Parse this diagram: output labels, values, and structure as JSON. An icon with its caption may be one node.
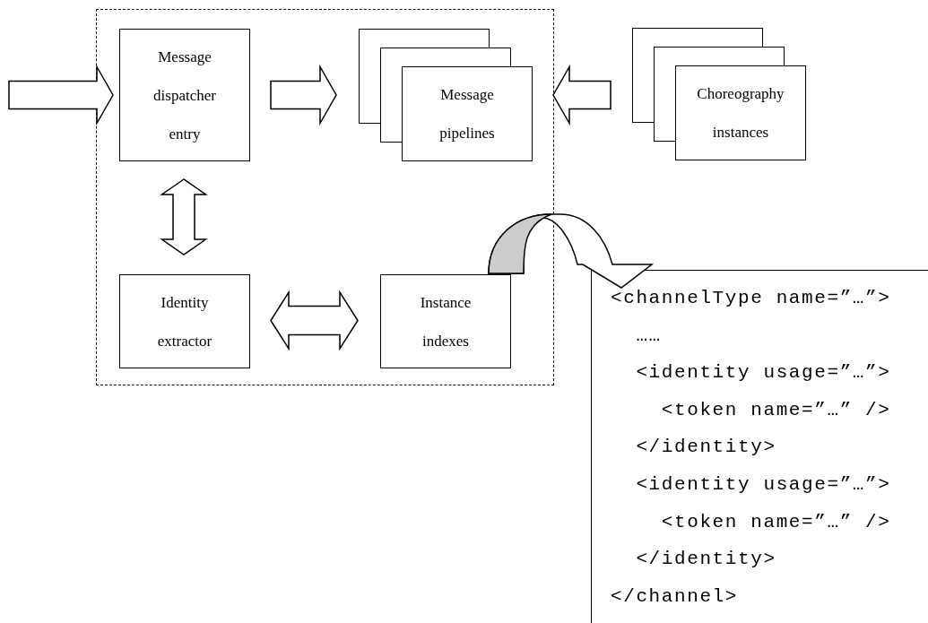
{
  "diagram": {
    "nodes": [
      {
        "text": [],
        "shape": "box"
      },
      {
        "text": [
          "Message dispatcher entry"
        ],
        "in": 0
      },
      {
        "text": [
          "Message pipelines"
        ],
        "in": 0
      },
      {
        "text": [
          "Choreography instances"
        ]
      },
      {
        "text": [
          "Identity extractor"
        ],
        "in": 0
      },
      {
        "text": [
          "Instance indexes"
        ],
        "in": 0
      },
      {
        "text": [
          "<channelType name=”…”>",
          "  ……",
          "  <identity usage=”…”>",
          "    <token name=”…” />",
          "  </identity>",
          "  <identity usage=”…”>",
          "    <token name=”…” />",
          "  </identity>",
          "</channel>"
        ]
      }
    ],
    "edges": [
      {
        "from": null,
        "to": 1,
        "arrow": "to"
      },
      {
        "from": 1,
        "to": 2,
        "arrow": "to"
      },
      {
        "from": 3,
        "to": 2,
        "arrow": "to"
      },
      {
        "from": 1,
        "to": 4,
        "arrow": "both"
      },
      {
        "from": 4,
        "to": 5,
        "arrow": "both"
      },
      {
        "from": 5,
        "to": 6,
        "arrow": "to"
      }
    ]
  }
}
